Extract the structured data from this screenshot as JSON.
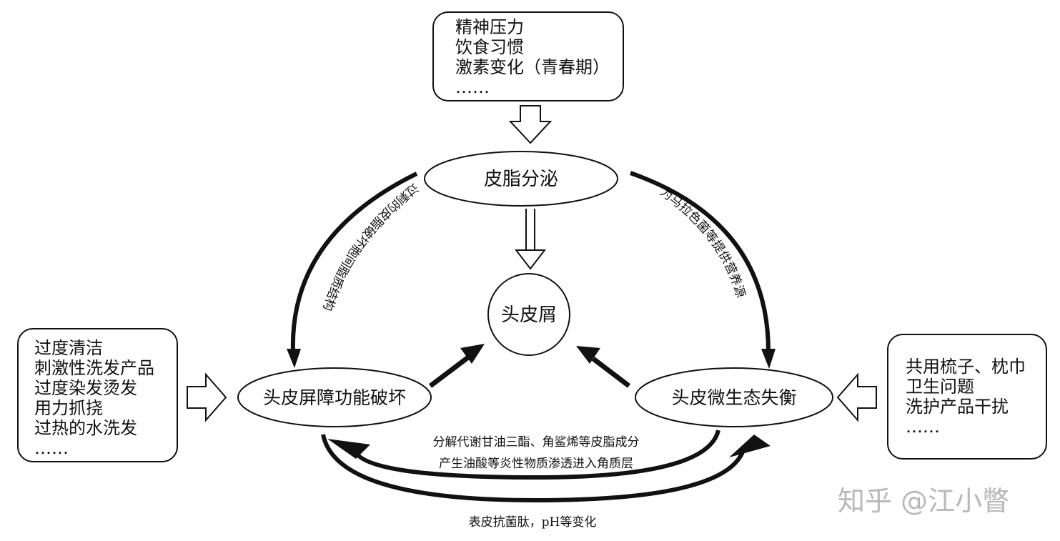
{
  "nodes": {
    "sebum": "皮脂分泌",
    "dandruff": "头皮屑",
    "barrier": "头皮屏障功能破坏",
    "microbiome": "头皮微生态失衡"
  },
  "factor_boxes": {
    "top": [
      "精神压力",
      "饮食习惯",
      "激素变化（青春期）",
      "……"
    ],
    "left": [
      "过度清洁",
      "刺激性洗发产品",
      "过度染发烫发",
      "用力抓挠",
      "过热的水洗发",
      "……"
    ],
    "right": [
      "共用梳子、枕巾",
      "卫生问题",
      "洗护产品干扰",
      "……"
    ]
  },
  "edge_labels": {
    "sebum_to_barrier": "过剩的皮脂破坏胞间脂质结构",
    "sebum_to_microbiome": "为马拉色菌等提供营养源",
    "microbiome_to_barrier_1": "分解代谢甘油三酯、角鲨烯等皮脂成分",
    "microbiome_to_barrier_2": "产生油酸等炎性物质渗透进入角质层",
    "barrier_to_microbiome": "表皮抗菌肽，pH等变化"
  },
  "watermark": "知乎 @江小瞥"
}
